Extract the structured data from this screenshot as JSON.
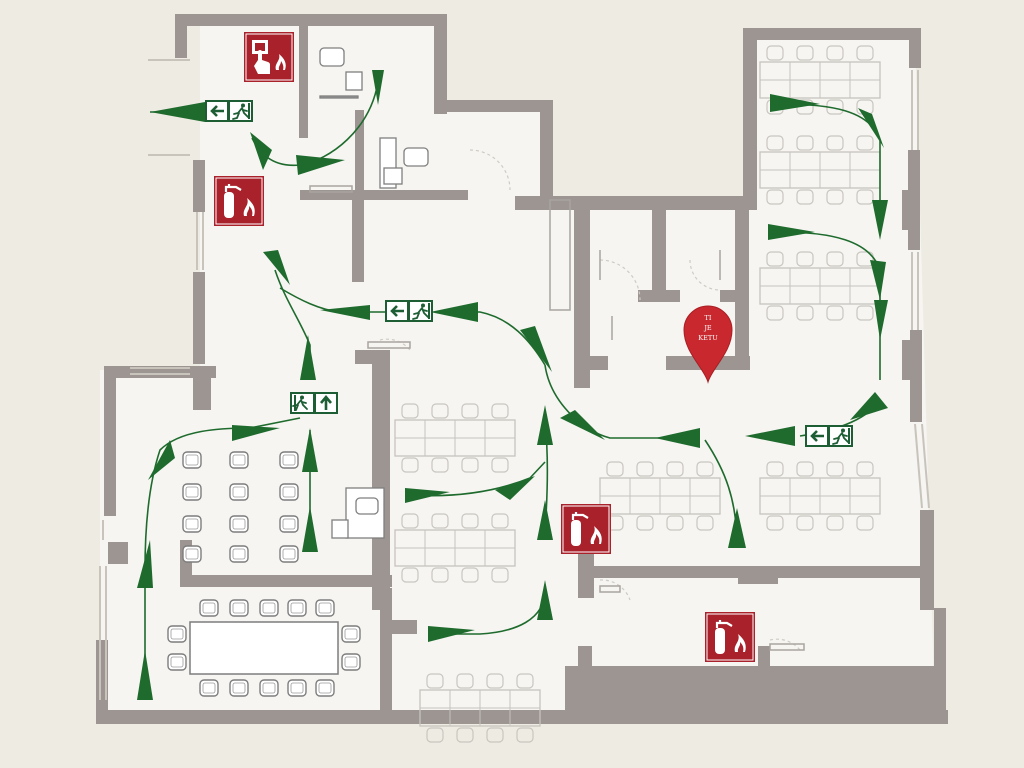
{
  "map": {
    "location_marker": {
      "lines": [
        "TI",
        "JE",
        "KETU"
      ],
      "color": "#c8282e"
    },
    "colors": {
      "wall": "#9c9592",
      "floor": "#f6f5f1",
      "route_arrow": "#1f6b2e",
      "exit_sign": "#1d5e34",
      "fire_sign": "#a8212b"
    },
    "signs": [
      {
        "type": "fire-alarm-sign",
        "icon": "fire-alarm-button-icon"
      },
      {
        "type": "fire-extinguisher-sign",
        "icon": "fire-extinguisher-icon"
      },
      {
        "type": "emergency-exit-sign",
        "icon": "running-man-left-arrow-icon"
      },
      {
        "type": "emergency-exit-sign",
        "icon": "running-man-up-arrow-icon"
      }
    ]
  }
}
